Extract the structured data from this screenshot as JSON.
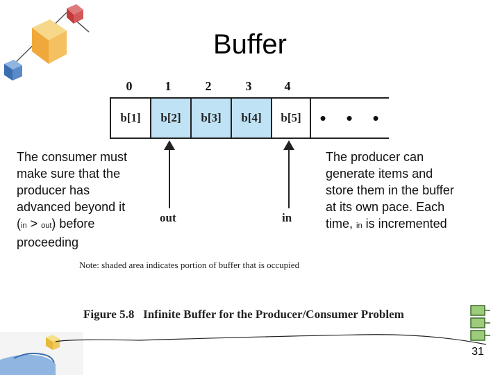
{
  "title": "Buffer",
  "indices": [
    "0",
    "1",
    "2",
    "3",
    "4"
  ],
  "cells": [
    {
      "label": "b[1]",
      "shaded": false
    },
    {
      "label": "b[2]",
      "shaded": true
    },
    {
      "label": "b[3]",
      "shaded": true
    },
    {
      "label": "b[4]",
      "shaded": true
    },
    {
      "label": "b[5]",
      "shaded": false
    }
  ],
  "ellipsis": [
    "•",
    "•",
    "•"
  ],
  "pointers": {
    "out": "out",
    "in": "in"
  },
  "consumer_text": {
    "line1": "The consumer must",
    "line2": "make sure that the",
    "line3": "producer has",
    "line4": "advanced beyond it",
    "line5_open": "(",
    "line5_in": "in",
    "line5_gt": " > ",
    "line5_out": "out",
    "line5_close": ") before",
    "line6": "proceeding"
  },
  "producer_text": {
    "line1": "The producer can",
    "line2": "generate items and",
    "line3": "store them in the buffer",
    "line4": "at its own pace. Each",
    "line5_pre": "time, ",
    "line5_in": "in",
    "line5_post": " is incremented"
  },
  "note": "Note: shaded area indicates portion of buffer that is occupied",
  "figure_caption": "Figure 5.8   Infinite Buffer for the Producer/Consumer Problem",
  "page_number": "31",
  "colors": {
    "shaded": "#bfe2f5",
    "line": "#222222"
  }
}
